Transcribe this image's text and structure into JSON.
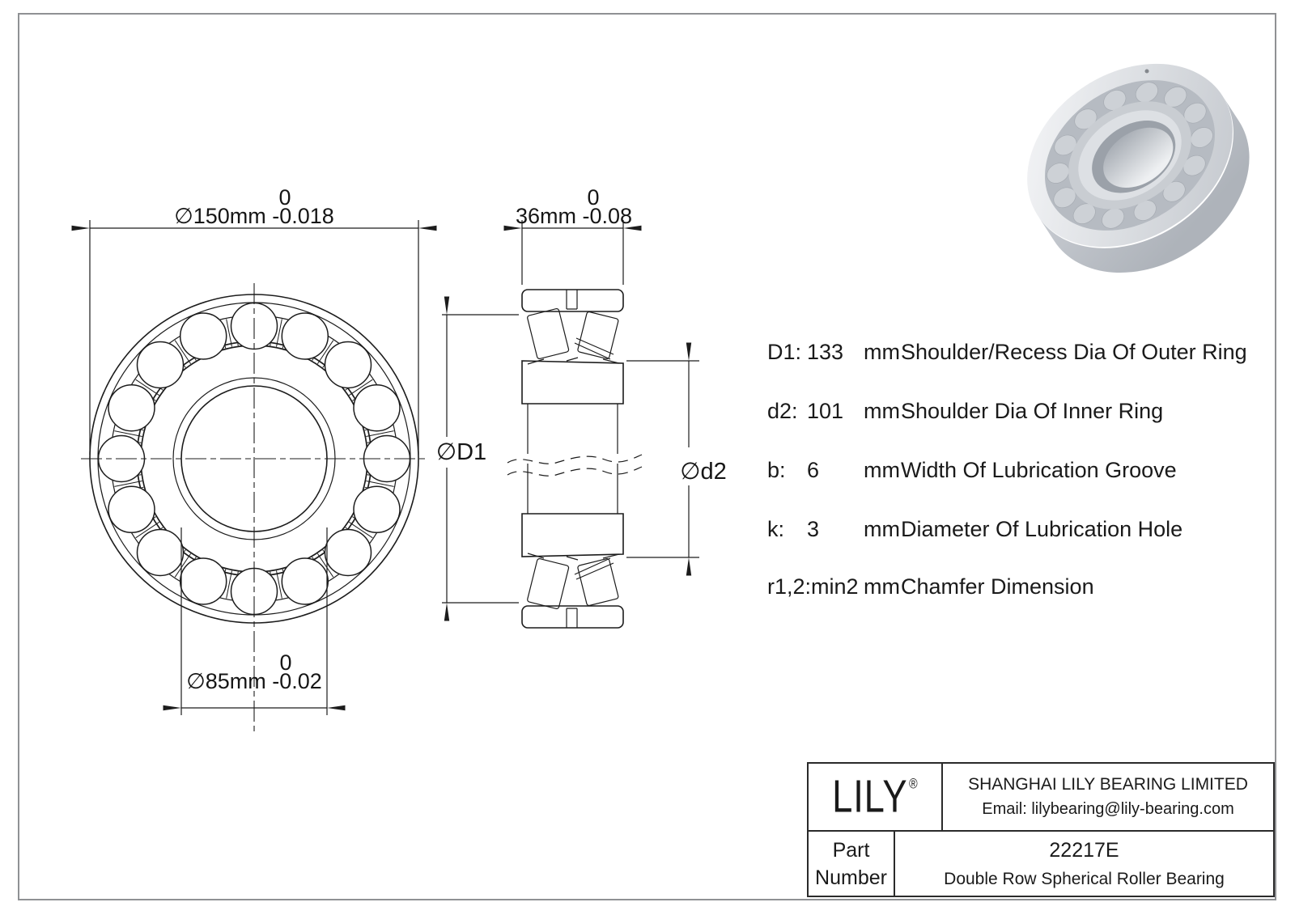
{
  "dimensions": {
    "outer": {
      "tol": "0",
      "label": "∅150mm -0.018"
    },
    "width": {
      "tol": "0",
      "label": "36mm -0.08"
    },
    "bore": {
      "tol": "0",
      "label": "∅85mm -0.02"
    },
    "d1": "∅D1",
    "d2": "∅d2"
  },
  "specs": {
    "rows": [
      {
        "label": "D1:",
        "value": "133",
        "unit": "mm",
        "desc": "Shoulder/Recess Dia Of Outer Ring"
      },
      {
        "label": "d2:",
        "value": "101",
        "unit": "mm",
        "desc": "Shoulder Dia Of Inner Ring"
      },
      {
        "label": "b:",
        "value": "6",
        "unit": "mm",
        "desc": "Width Of Lubrication Groove"
      },
      {
        "label": "k:",
        "value": "3",
        "unit": "mm",
        "desc": "Diameter Of Lubrication Hole"
      },
      {
        "label": "r1,2:min2",
        "value": "",
        "unit": "mm",
        "desc": "Chamfer Dimension"
      }
    ]
  },
  "title_block": {
    "logo": "LILY",
    "logo_reg": "®",
    "company": "SHANGHAI LILY BEARING LIMITED",
    "email": "Email: lilybearing@lily-bearing.com",
    "part_label": [
      "Part",
      "Number"
    ],
    "part_number": "22217E",
    "part_desc": "Double Row Spherical Roller Bearing"
  },
  "colors": {
    "line": "#1c1c1c",
    "frame": "#8f9194"
  }
}
